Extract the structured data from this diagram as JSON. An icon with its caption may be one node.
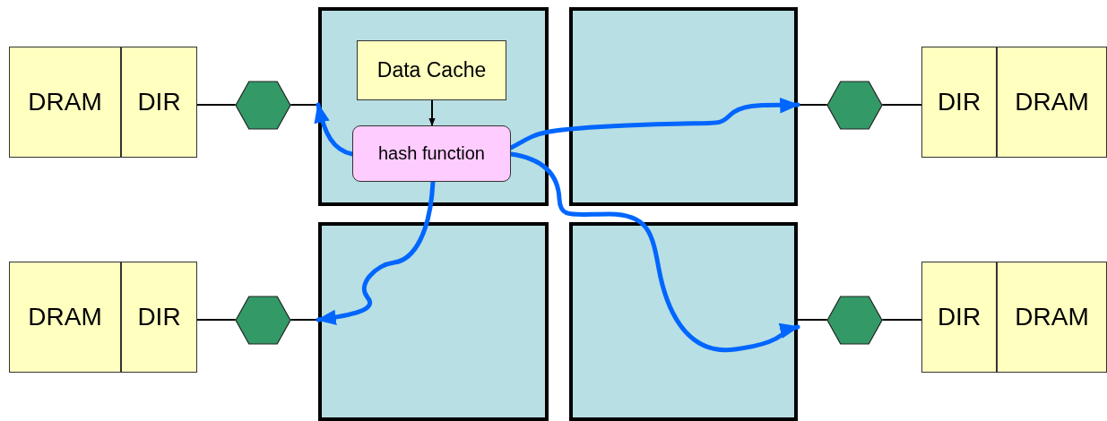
{
  "diagram": {
    "nodes": [
      {
        "text": [
          "DRAM"
        ]
      },
      {
        "text": [
          "DIR"
        ]
      },
      {
        "text": [],
        "shape": "hexagon"
      },
      {
        "text": [],
        "shape": "box"
      },
      {
        "text": [
          "Data Cache"
        ],
        "in": 3
      },
      {
        "text": [
          "hash function"
        ],
        "in": 3
      },
      {
        "text": [],
        "shape": "box"
      },
      {
        "text": [],
        "shape": "hexagon"
      },
      {
        "text": [
          "DIR"
        ]
      },
      {
        "text": [
          "DRAM"
        ]
      },
      {
        "text": [
          "DRAM"
        ]
      },
      {
        "text": [
          "DIR"
        ]
      },
      {
        "text": [],
        "shape": "hexagon"
      },
      {
        "text": [],
        "shape": "box"
      },
      {
        "text": [],
        "shape": "box"
      },
      {
        "text": [],
        "shape": "hexagon"
      },
      {
        "text": [
          "DIR"
        ]
      },
      {
        "text": [
          "DRAM"
        ]
      }
    ],
    "edges": [
      {
        "from": 1,
        "to": 2,
        "arrow": "none"
      },
      {
        "from": 2,
        "to": 3,
        "arrow": "none"
      },
      {
        "from": 6,
        "to": 7,
        "arrow": "none"
      },
      {
        "from": 7,
        "to": 8,
        "arrow": "none"
      },
      {
        "from": 11,
        "to": 12,
        "arrow": "none"
      },
      {
        "from": 12,
        "to": 13,
        "arrow": "none"
      },
      {
        "from": 14,
        "to": 15,
        "arrow": "none"
      },
      {
        "from": 15,
        "to": 16,
        "arrow": "none"
      },
      {
        "from": 4,
        "to": 5,
        "arrow": "to"
      },
      {
        "from": 5,
        "to": 3,
        "arrow": "to",
        "style": "thick",
        "color": "#0066ff"
      },
      {
        "from": 5,
        "to": 6,
        "arrow": "to",
        "style": "thick",
        "color": "#0066ff"
      },
      {
        "from": 5,
        "to": 13,
        "arrow": "to",
        "style": "thick",
        "color": "#0066ff"
      },
      {
        "from": 5,
        "to": 14,
        "arrow": "to",
        "style": "thick",
        "color": "#0066ff"
      }
    ]
  }
}
